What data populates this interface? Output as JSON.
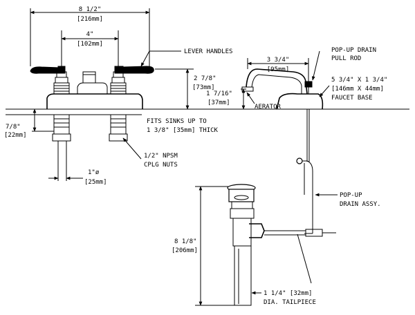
{
  "dimensions": {
    "overall_width": "8 1/2\"",
    "overall_width_mm": "[216mm]",
    "center_spacing": "4\"",
    "center_spacing_mm": "[102mm]",
    "handle_height": "2 7/8\"",
    "handle_height_mm": "[73mm]",
    "spout_reach": "3 3/4\"",
    "spout_reach_mm": "[95mm]",
    "spout_height": "1 7/16\"",
    "spout_height_mm": "[37mm]",
    "shank_depth": "7/8\"",
    "shank_depth_mm": "[22mm]",
    "shank_dia": "1\"ø",
    "shank_dia_mm": "[25mm]",
    "tailpiece_length": "8 1/8\"",
    "tailpiece_length_mm": "[206mm]",
    "base_size": "5 3/4\" X 1 3/4\"",
    "base_size_mm": "[146mm X 44mm]"
  },
  "labels": {
    "lever_handles": "LEVER HANDLES",
    "popup_rod_1": "POP-UP DRAIN",
    "popup_rod_2": "PULL ROD",
    "faucet_base": "FAUCET BASE",
    "aerator": "AERATOR",
    "fits_sinks_1": "FITS SINKS UP TO",
    "fits_sinks_2": "1 3/8\" [35mm] THICK",
    "npsm_1": "1/2\" NPSM",
    "npsm_2": "CPLG NUTS",
    "popup_assy_1": "POP-UP",
    "popup_assy_2": "DRAIN ASSY.",
    "tailpiece_1": "1 1/4\" [32mm]",
    "tailpiece_2": "DIA. TAILPIECE"
  }
}
